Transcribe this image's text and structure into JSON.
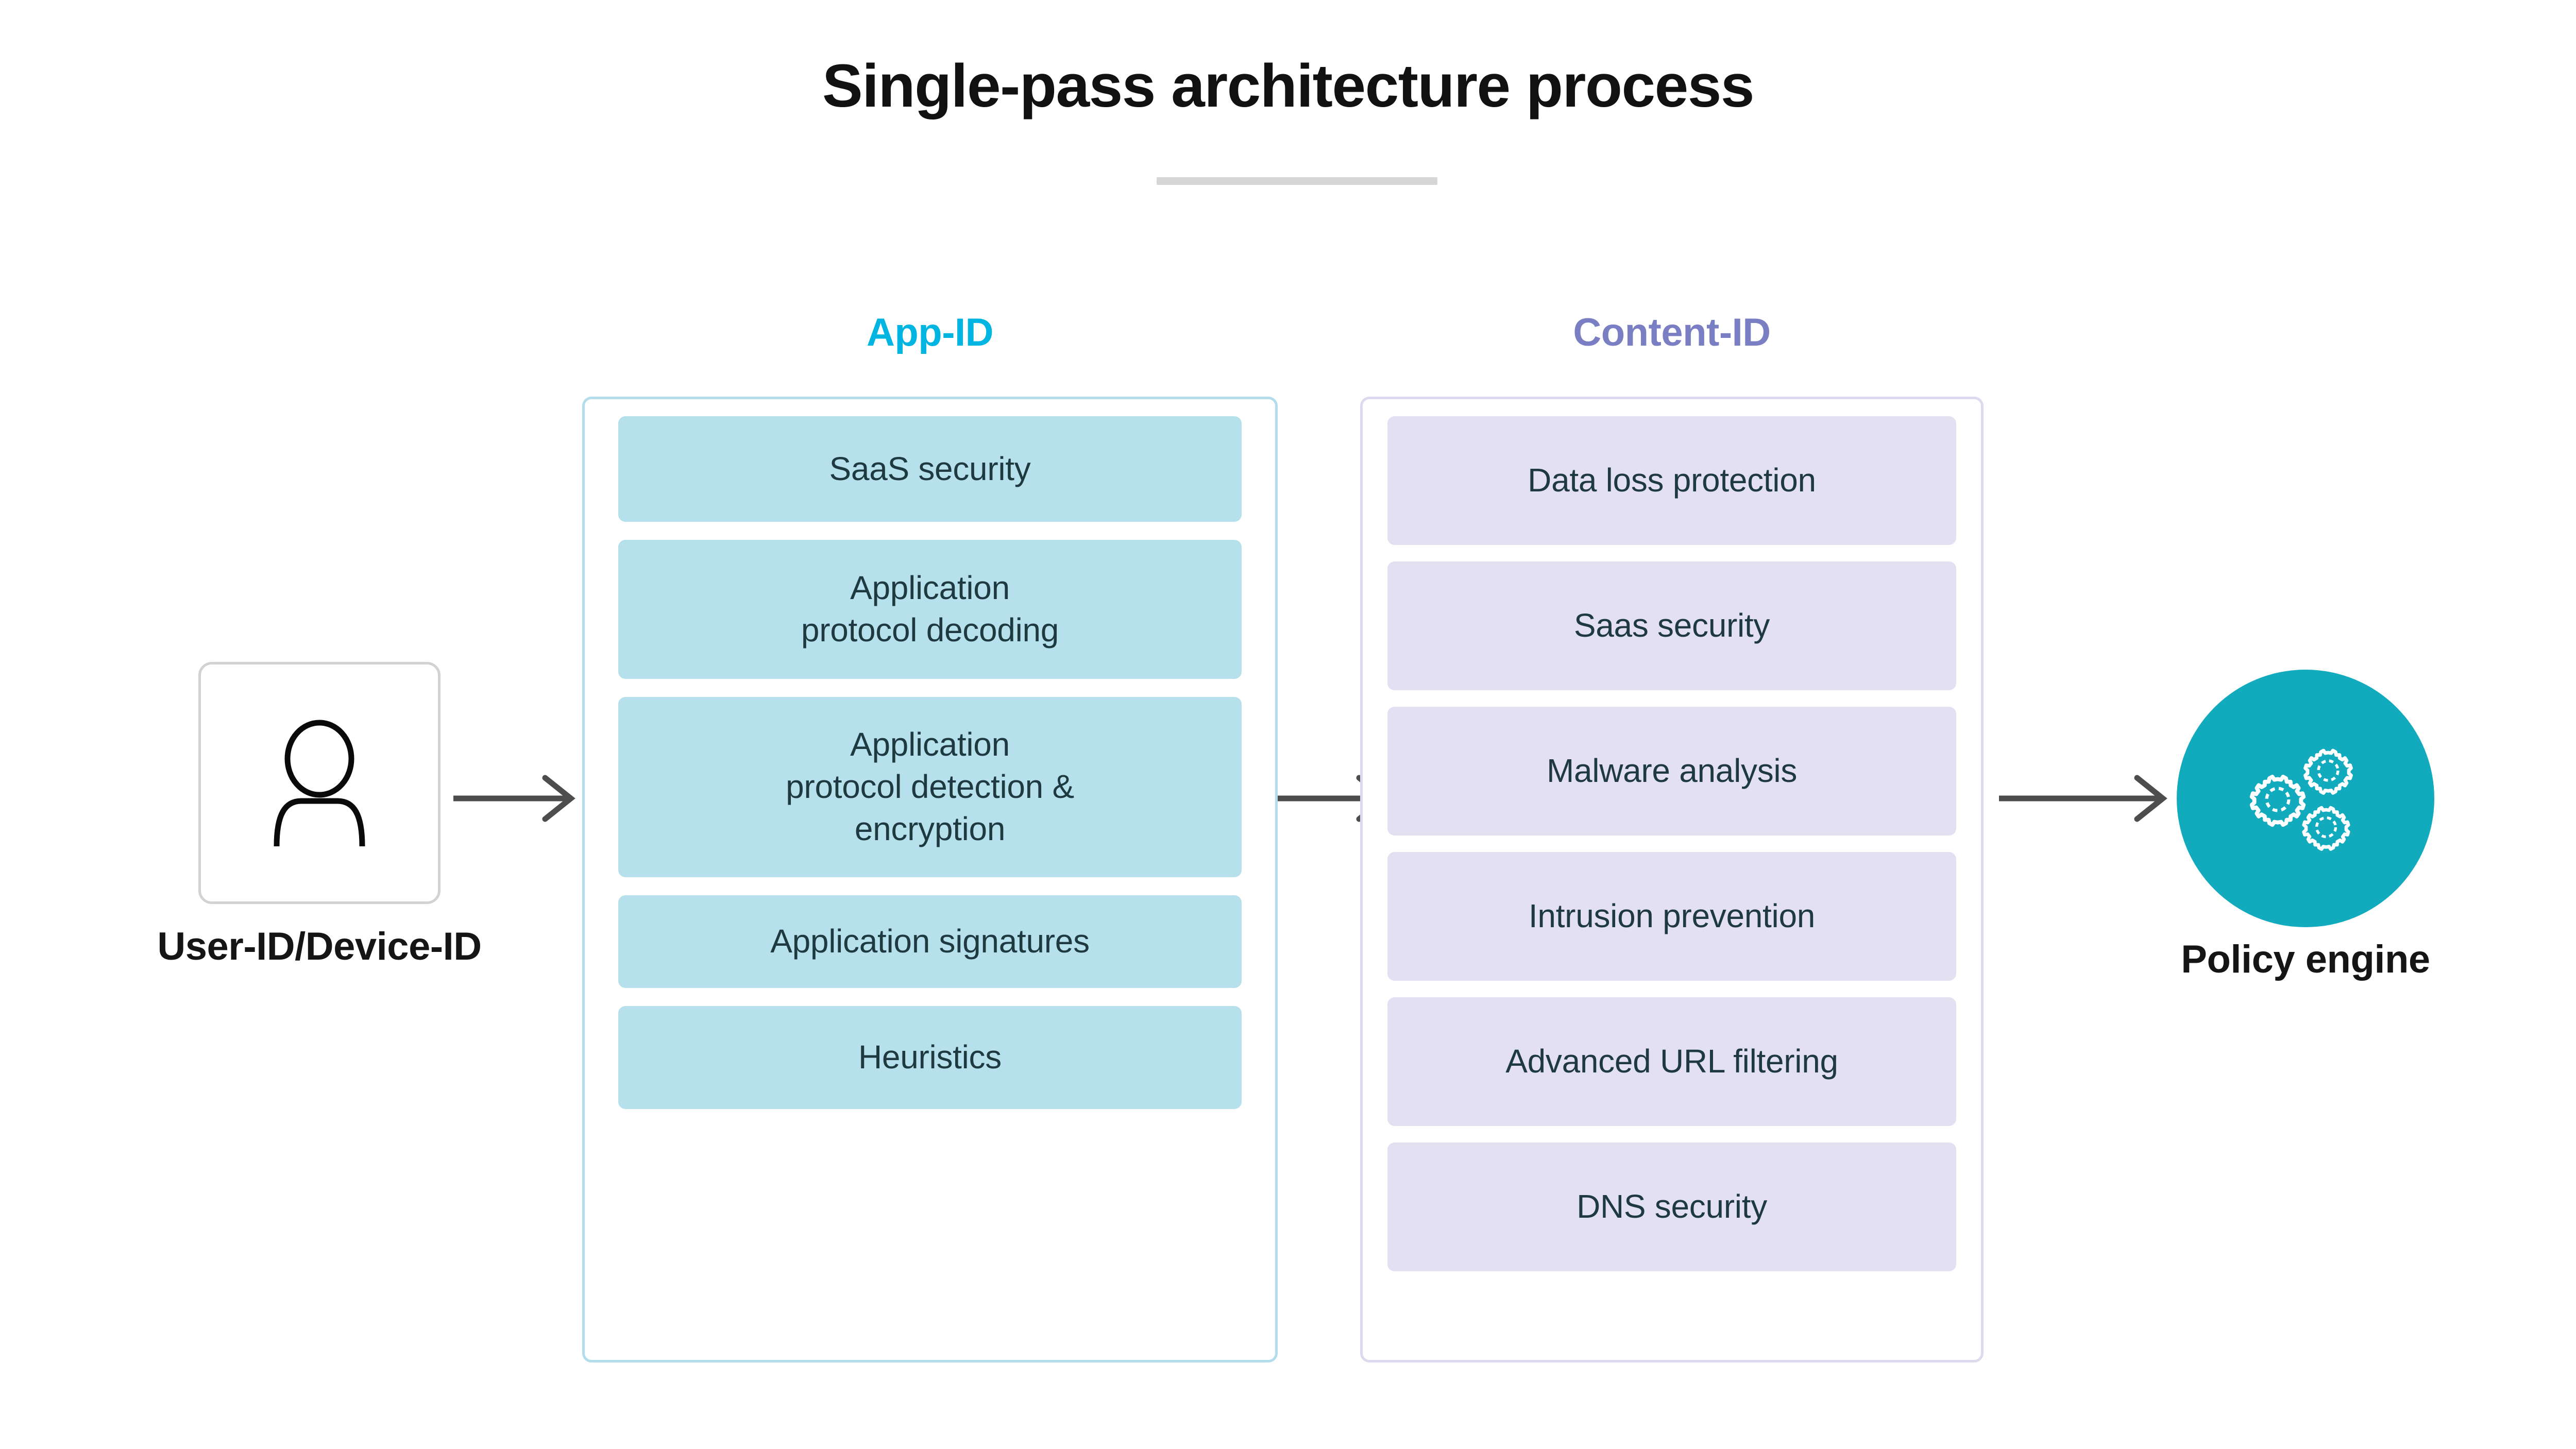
{
  "title": "Single-pass architecture process",
  "colors": {
    "appid_accent": "#00B5E2",
    "contentid_accent": "#7A7EC2",
    "appid_box_fill": "#B6E0EC",
    "appid_border": "#B3DDEC",
    "contentid_box_fill": "#E2E0F1",
    "contentid_border": "#DCDAEE",
    "policy_circle": "#12ABBE",
    "box_text": "#1E3A40",
    "arrow": "#4D4D4D",
    "divider": "#D6D6D6"
  },
  "source_node": {
    "label": "User-ID/Device-ID",
    "icon": "user-person-icon"
  },
  "columns": [
    {
      "id": "app-id",
      "heading": "App-ID",
      "steps": [
        {
          "label": "SaaS security"
        },
        {
          "label": "Application\nprotocol decoding",
          "line1": "Application",
          "line2": "protocol decoding"
        },
        {
          "label": "Application\nprotocol detection &\nencryption",
          "line1": "Application",
          "line2": "protocol detection &",
          "line3": "encryption"
        },
        {
          "label": "Application signatures"
        },
        {
          "label": "Heuristics"
        }
      ]
    },
    {
      "id": "content-id",
      "heading": "Content-ID",
      "steps": [
        {
          "label": "Data loss protection"
        },
        {
          "label": "Saas security"
        },
        {
          "label": "Malware analysis"
        },
        {
          "label": "Intrusion prevention"
        },
        {
          "label": "Advanced URL filtering"
        },
        {
          "label": "DNS security"
        }
      ]
    }
  ],
  "destination_node": {
    "label": "Policy engine",
    "icon": "gears-cogs-icon"
  },
  "arrows": [
    {
      "from": "User-ID/Device-ID",
      "to": "App-ID"
    },
    {
      "from": "App-ID",
      "to": "Content-ID"
    },
    {
      "from": "Content-ID",
      "to": "Policy engine"
    }
  ]
}
